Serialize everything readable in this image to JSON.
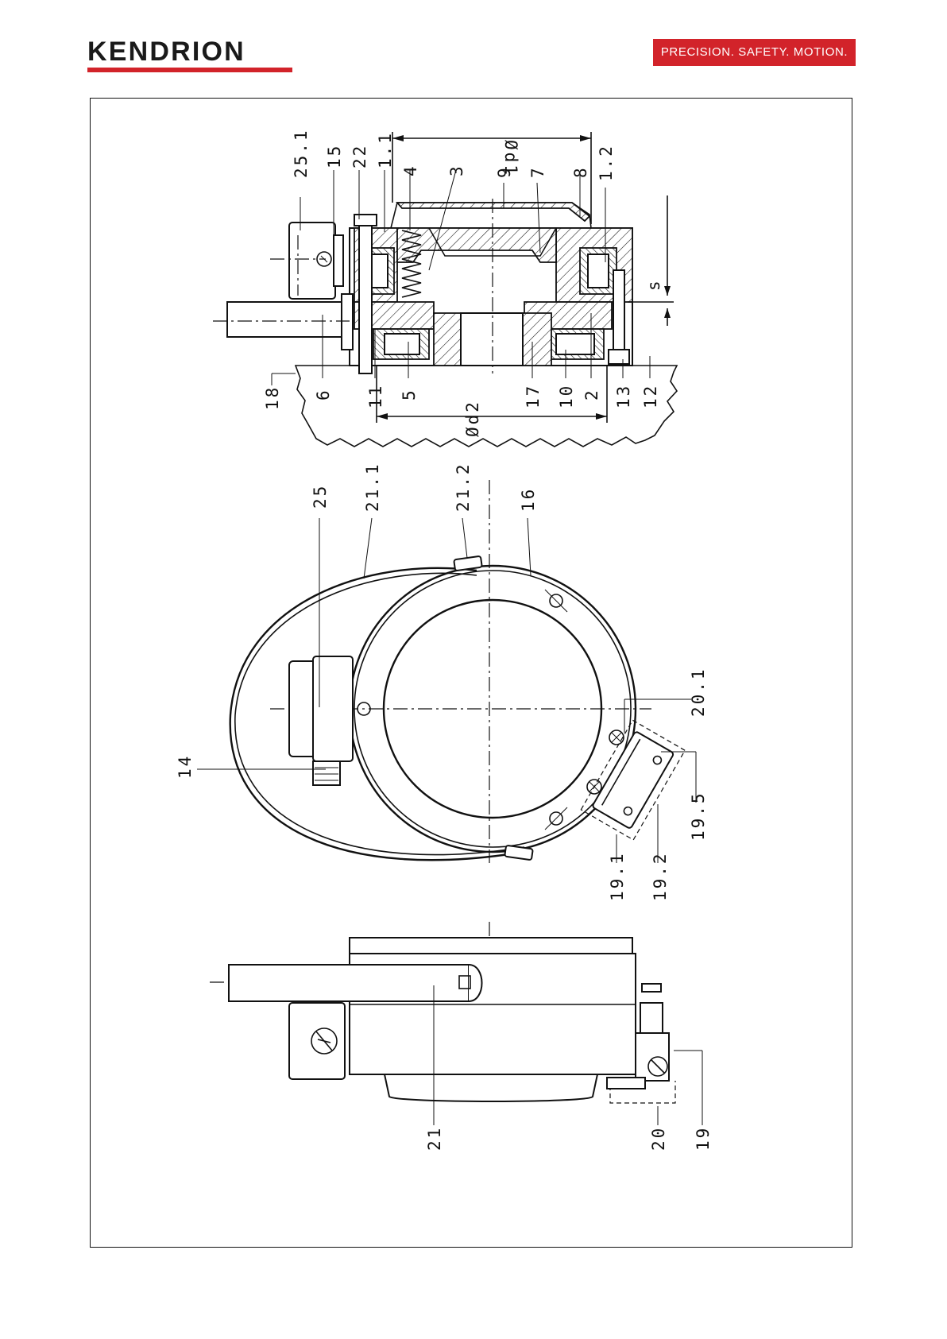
{
  "header": {
    "brand": "KENDRION",
    "slogan": "PRECISION. SAFETY. MOTION."
  },
  "colors": {
    "brand_red": "#d2232a",
    "line": "#111111"
  },
  "drawing": {
    "section_view": {
      "labels": [
        "25.1",
        "15",
        "22",
        "1.1",
        "4",
        "3",
        "9",
        "7",
        "8",
        "1.2",
        "18",
        "6",
        "11",
        "5",
        "17",
        "10",
        "2",
        "13",
        "12",
        "s"
      ],
      "dimensions": [
        "Ød1",
        "Ød2"
      ]
    },
    "front_view": {
      "labels": [
        "25",
        "21.1",
        "21.2",
        "16",
        "14",
        "20.1",
        "19.5",
        "19.1",
        "19.2"
      ]
    },
    "side_view": {
      "labels": [
        "21",
        "20",
        "19"
      ]
    }
  }
}
